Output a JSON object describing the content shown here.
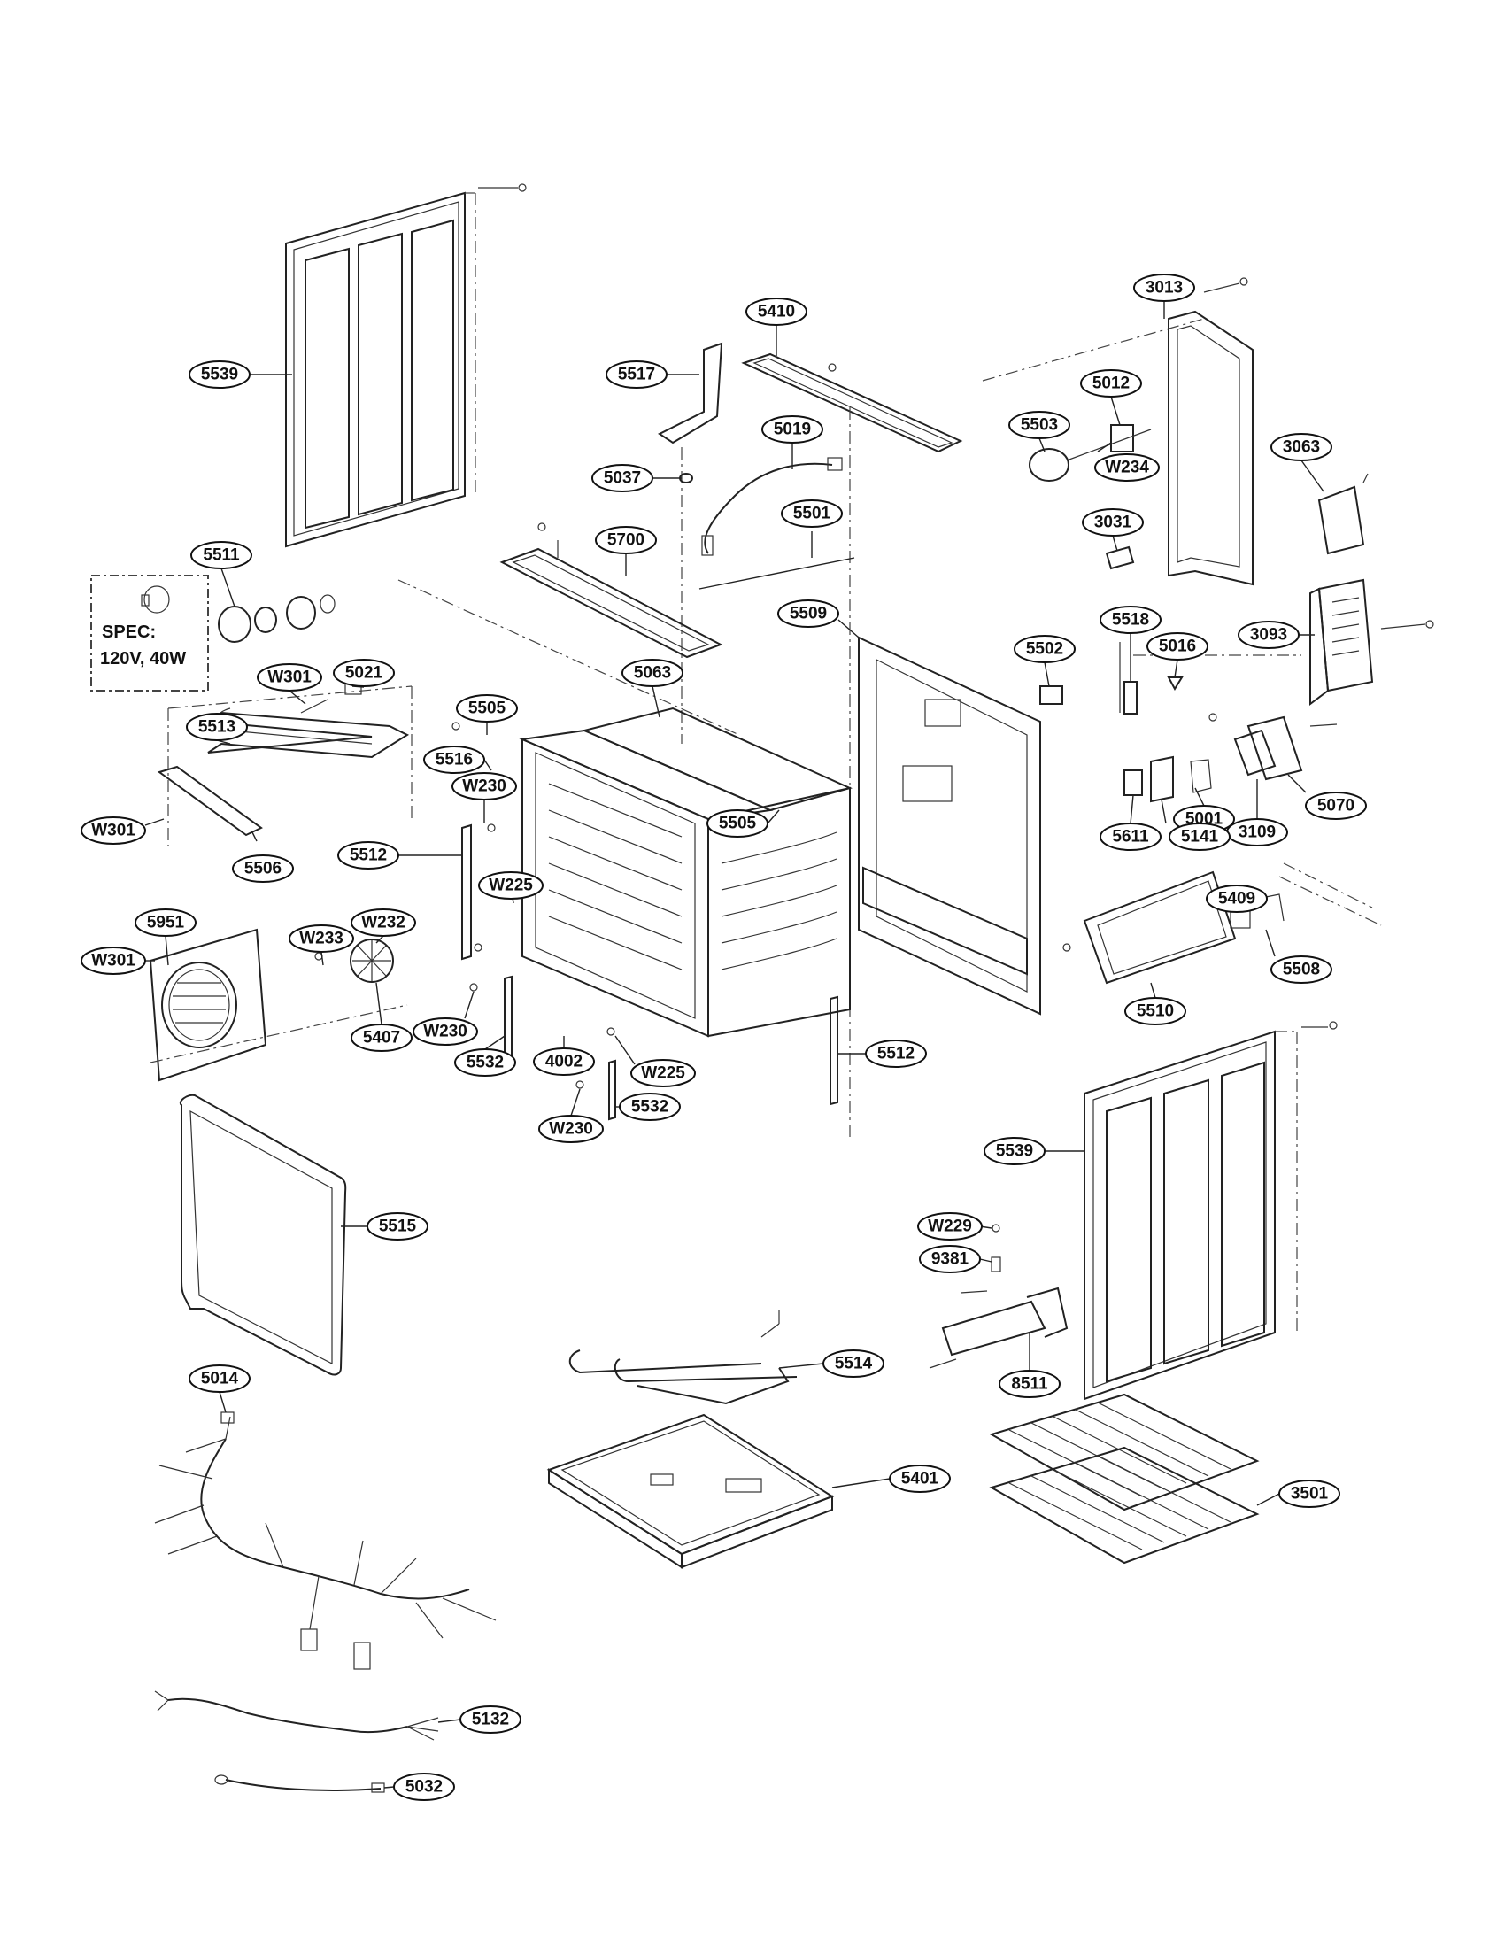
{
  "spec_box": {
    "title": "SPEC:",
    "value": "120V, 40W"
  },
  "callouts": [
    "5539",
    "5410",
    "3013",
    "5517",
    "5012",
    "5503",
    "5019",
    "3063",
    "5037",
    "W234",
    "5501",
    "3031",
    "5700",
    "5511",
    "5509",
    "5518",
    "3093",
    "5502",
    "5016",
    "W301",
    "5021",
    "5063",
    "5505",
    "5513",
    "5516",
    "W230",
    "5505",
    "5001",
    "5070",
    "3109",
    "W301",
    "5512",
    "5611",
    "5141",
    "5506",
    "W225",
    "5409",
    "5951",
    "W232",
    "W233",
    "5508",
    "W301",
    "5510",
    "W230",
    "5407",
    "5532",
    "4002",
    "W225",
    "5512",
    "W230",
    "5532",
    "5539",
    "5515",
    "W229",
    "9381",
    "5014",
    "5514",
    "8511",
    "5401",
    "3501",
    "5132",
    "5032"
  ]
}
